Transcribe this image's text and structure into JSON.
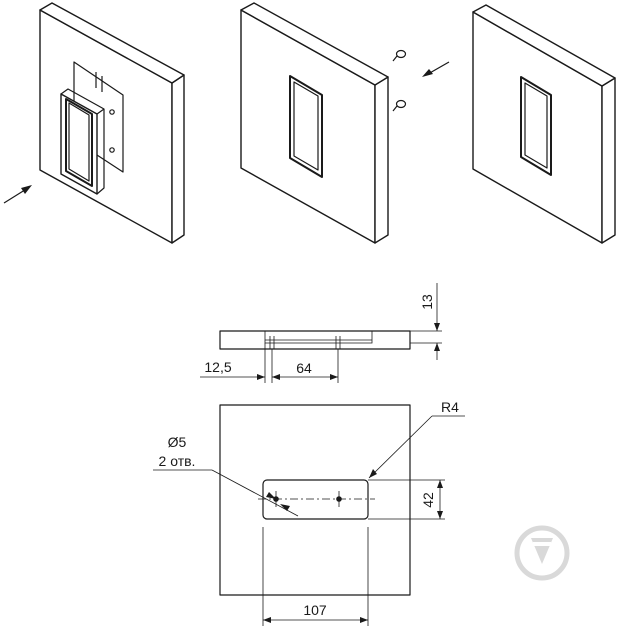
{
  "views": {
    "step1": "step-1-install-latch",
    "step2": "step-2-attach-screws",
    "step3": "step-3-assembled"
  },
  "dimensions": {
    "thickness": "13",
    "offset": "12,5",
    "depth": "64",
    "radius": "R4",
    "hole_diameter": "Ø5",
    "hole_count": "2 отв.",
    "slot_height": "42",
    "slot_width": "107"
  },
  "icons": {
    "watermark": "watermark-logo-icon",
    "arrow": "arrow-icon",
    "screw": "screw-icon"
  }
}
